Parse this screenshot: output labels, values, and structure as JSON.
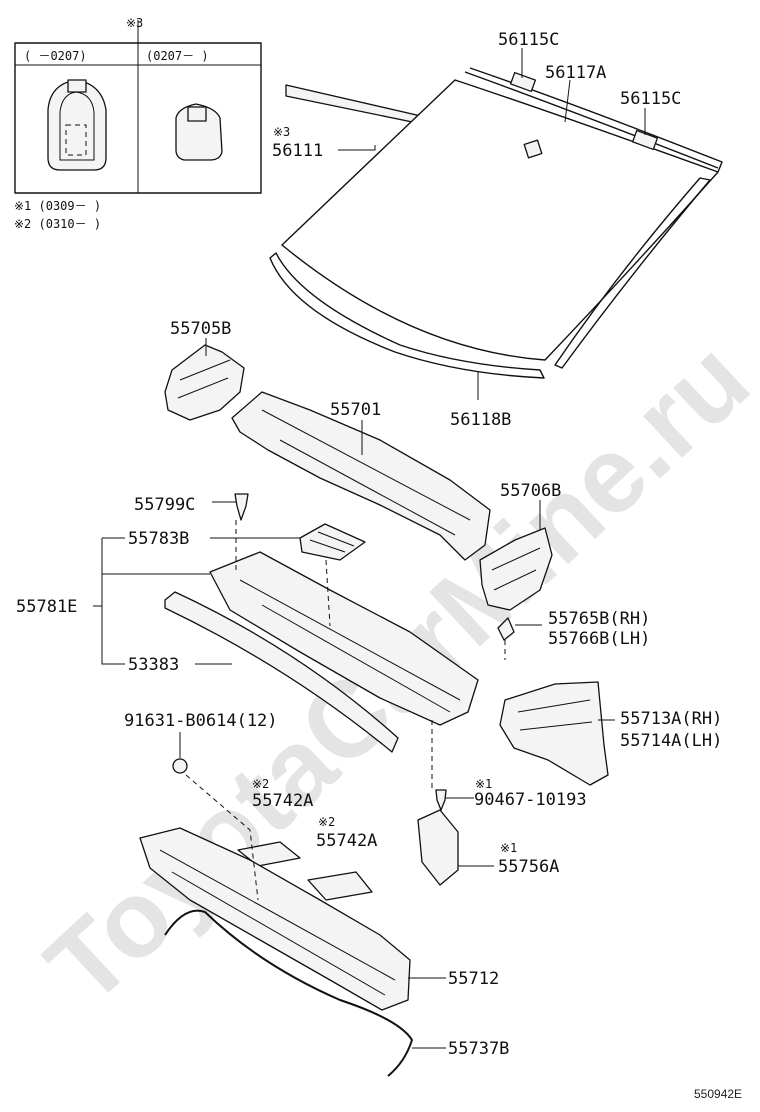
{
  "watermark": "ToyotaCarMine.ru",
  "figure_code": "550942E",
  "inset": {
    "mark": "※3",
    "left_range": "(    －0207)",
    "right_range": "(0207－    )"
  },
  "notes": [
    "※1 (0309－      )",
    "※2 (0310－      )"
  ],
  "callouts": [
    {
      "id": "56115C-top",
      "text": "56115C"
    },
    {
      "id": "56117A",
      "text": "56117A"
    },
    {
      "id": "56115C-right",
      "text": "56115C"
    },
    {
      "id": "56111-mark",
      "text": "※3"
    },
    {
      "id": "56111",
      "text": "56111"
    },
    {
      "id": "55705B",
      "text": "55705B"
    },
    {
      "id": "55701",
      "text": "55701"
    },
    {
      "id": "56118B",
      "text": "56118B"
    },
    {
      "id": "55706B",
      "text": "55706B"
    },
    {
      "id": "55799C",
      "text": "55799C"
    },
    {
      "id": "55783B",
      "text": "55783B"
    },
    {
      "id": "55781E",
      "text": "55781E"
    },
    {
      "id": "55765B",
      "text": "55765B(RH)"
    },
    {
      "id": "55766B",
      "text": "55766B(LH)"
    },
    {
      "id": "53383",
      "text": "53383"
    },
    {
      "id": "91631",
      "text": "91631-B0614(12)"
    },
    {
      "id": "55713A",
      "text": "55713A(RH)"
    },
    {
      "id": "55714A",
      "text": "55714A(LH)"
    },
    {
      "id": "90467-mark",
      "text": "※1"
    },
    {
      "id": "90467",
      "text": "90467-10193"
    },
    {
      "id": "55742A-1-mark",
      "text": "※2"
    },
    {
      "id": "55742A-1",
      "text": "55742A"
    },
    {
      "id": "55742A-2-mark",
      "text": "※2"
    },
    {
      "id": "55742A-2",
      "text": "55742A"
    },
    {
      "id": "55756A-mark",
      "text": "※1"
    },
    {
      "id": "55756A",
      "text": "55756A"
    },
    {
      "id": "55712",
      "text": "55712"
    },
    {
      "id": "55737B",
      "text": "55737B"
    }
  ]
}
